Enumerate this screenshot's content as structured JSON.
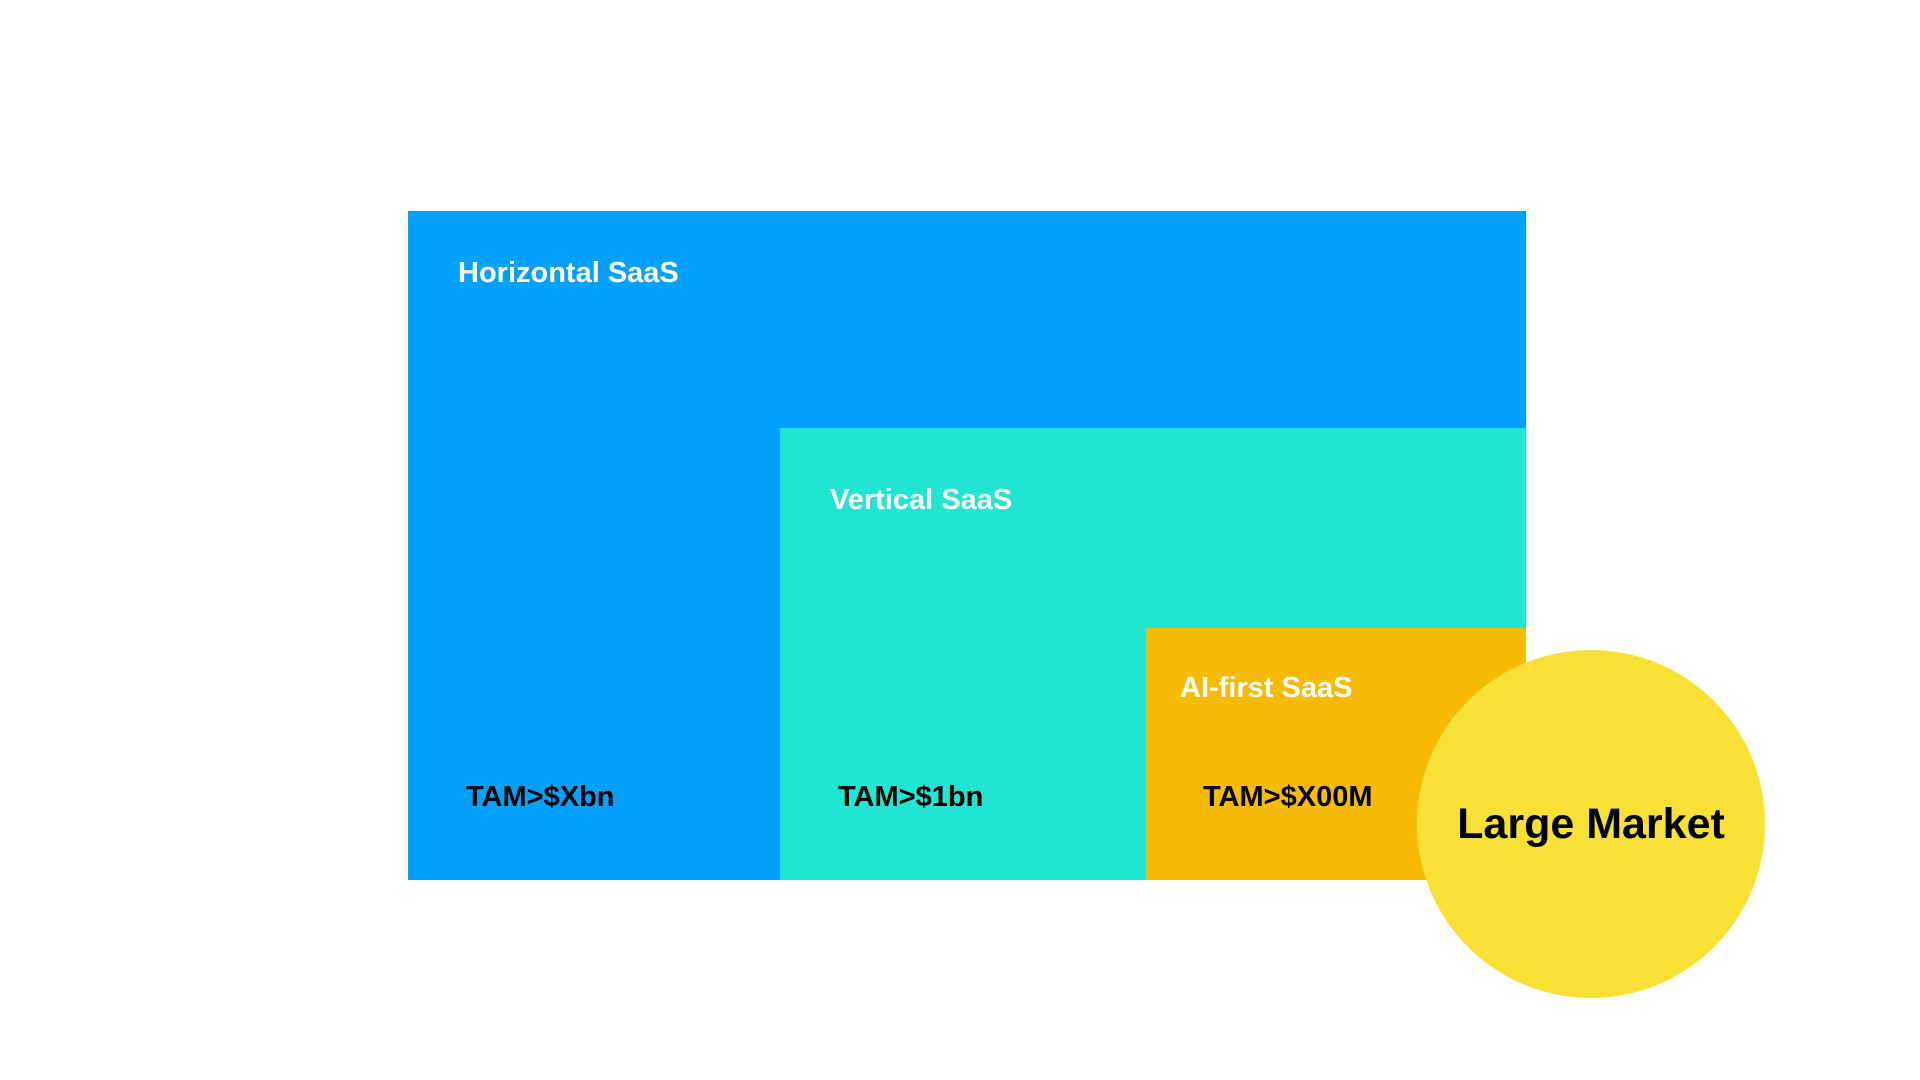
{
  "diagram": {
    "segments": [
      {
        "id": "horizontal",
        "title": "Horizontal SaaS",
        "tam": "TAM>$Xbn",
        "color": "#03a1fe"
      },
      {
        "id": "vertical",
        "title": "Vertical SaaS",
        "tam": "TAM>$1bn",
        "color": "#1fe5d1"
      },
      {
        "id": "ai_first",
        "title": "AI-first SaaS",
        "tam": "TAM>$X00M",
        "color": "#f7bb05"
      }
    ],
    "market": {
      "label": "Large Market",
      "color": "#f8e034"
    }
  }
}
